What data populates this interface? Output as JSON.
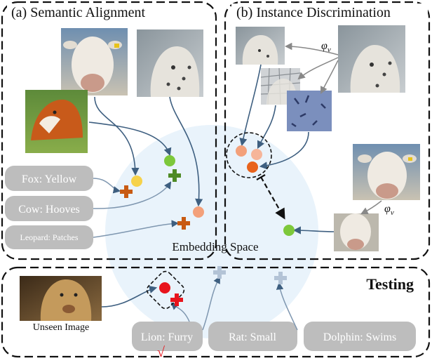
{
  "panels": {
    "semantic_title": "(a) Semantic Alignment",
    "instance_title": "(b) Instance Discrimination",
    "testing_title": "Testing"
  },
  "embedding_label": "Embedding Space",
  "attributes": {
    "fox": "Fox: Yellow",
    "cow": "Cow: Hooves",
    "leopard": "Leopard: Patches",
    "lion": "Lion: Furry",
    "rat": "Rat: Small",
    "dolphin": "Dolphin: Swims"
  },
  "phi_label": "φ",
  "phi_sub": "v",
  "unseen_label": "Unseen Image",
  "check_mark": "√",
  "colors": {
    "yellow_dot": "#f6d24a",
    "green_dot": "#7dc83a",
    "green_cross": "#4e8a25",
    "orange_cross": "#c85a12",
    "salmon_dot": "#f3a07a",
    "orange_dot": "#e8631c",
    "red": "#e8141c",
    "gray_cross": "#b3c3d6",
    "attr_box": "#bdbdbd",
    "embed": "#e9f3fb",
    "arrow": "#4a6a8a"
  }
}
